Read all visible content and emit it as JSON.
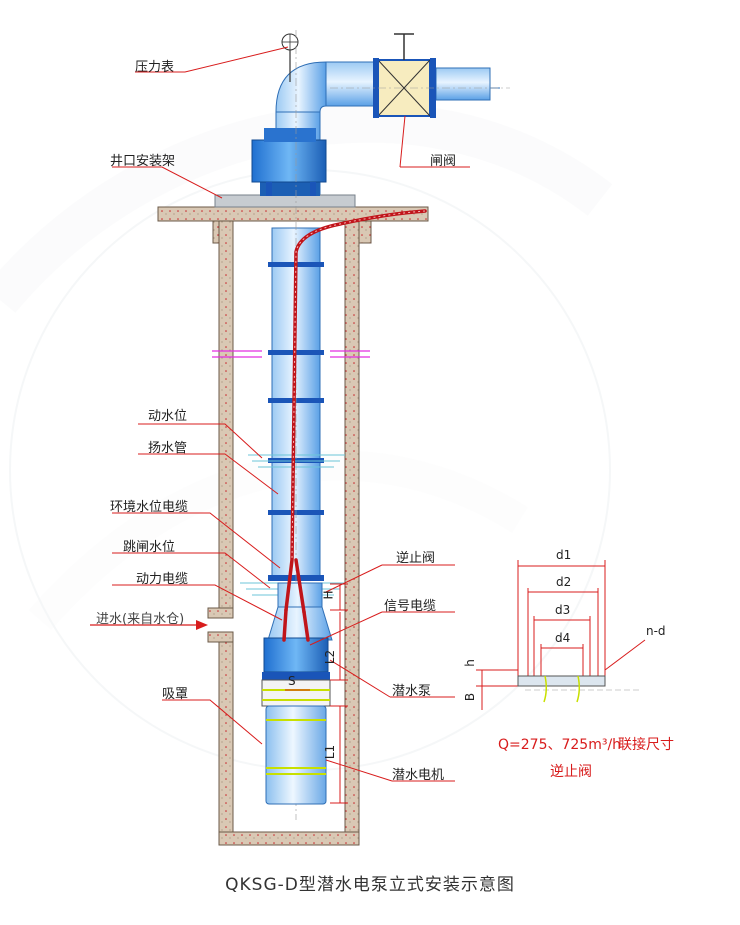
{
  "labels": {
    "pressure_gauge": "压力表",
    "gate_valve": "闸阀",
    "wellhead_frame": "井口安装架",
    "dynamic_water_level": "动水位",
    "riser_pipe": "扬水管",
    "env_level_cable": "环境水位电缆",
    "trip_water_level": "跳闸水位",
    "power_cable": "动力电缆",
    "water_inlet": "进水(来自水仓)",
    "suction_hood": "吸罩",
    "check_valve": "逆止阀",
    "signal_cable": "信号电缆",
    "submersible_pump": "潜水泵",
    "submersible_motor": "潜水电机"
  },
  "dimensions": {
    "H": "H",
    "L2": "L2",
    "S": "S",
    "L1": "L1",
    "h": "h",
    "B": "B",
    "d1": "d1",
    "d2": "d2",
    "d3": "d3",
    "d4": "d4",
    "n_d": "n-d"
  },
  "flange_note": {
    "line1_spec": "Q=275、725m³/h",
    "line1_text": "联接尺寸",
    "line2": "逆止阀"
  },
  "caption": "QKSG-D型潜水电泵立式安装示意图",
  "colors": {
    "pipe_blue": "#3f8fe0",
    "pipe_light": "#bfe0fb",
    "cable_red": "#c0141a",
    "leader_red": "#d81c1c",
    "concrete": "#d7c5b0"
  }
}
